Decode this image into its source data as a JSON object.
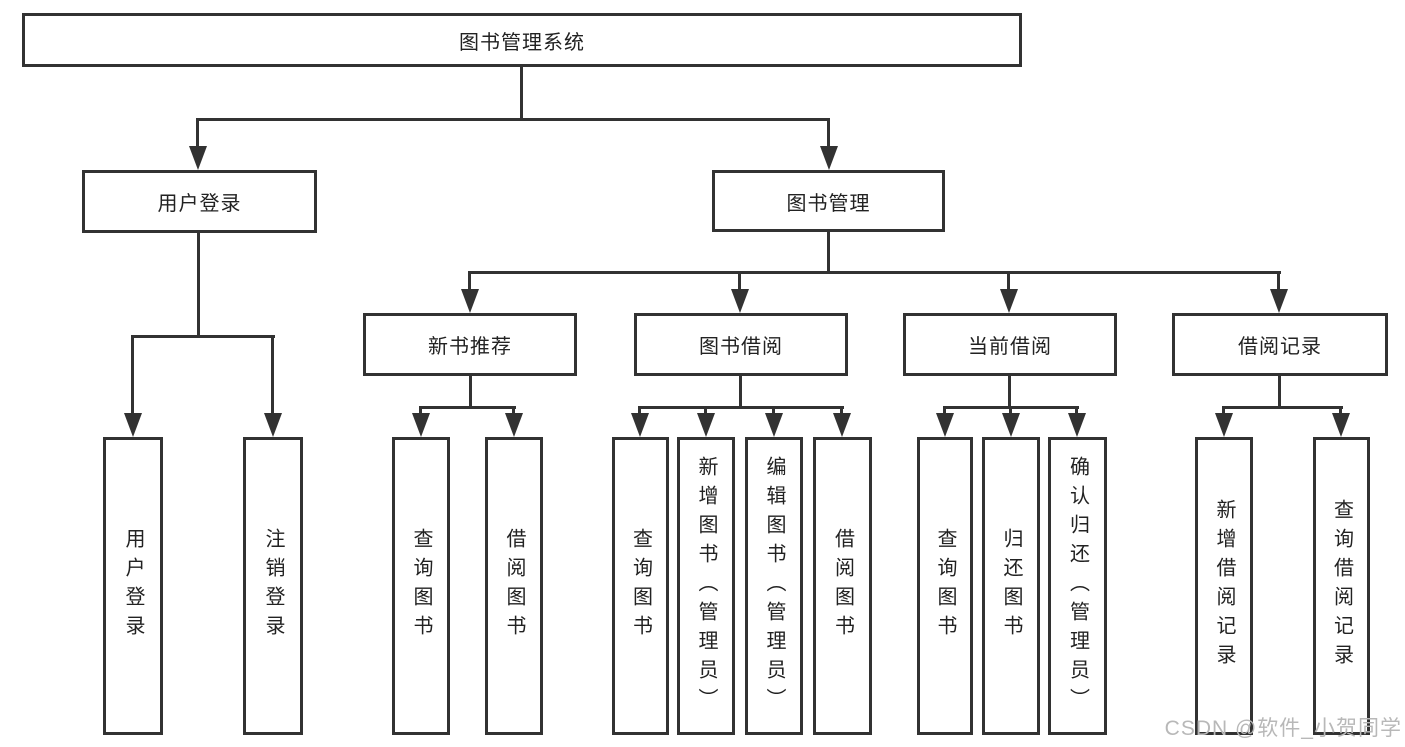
{
  "colors": {
    "line": "#323232",
    "border": "#323232",
    "background": "#ffffff",
    "text": "#222222",
    "watermark": "#b8b8b8"
  },
  "watermark": {
    "text": "CSDN @软件_小贺同学"
  },
  "tree": {
    "label": "图书管理系统",
    "children": [
      {
        "label": "用户登录",
        "children": [
          {
            "label": "用户登录"
          },
          {
            "label": "注销登录"
          }
        ]
      },
      {
        "label": "图书管理",
        "children": [
          {
            "label": "新书推荐",
            "children": [
              {
                "label": "查询图书"
              },
              {
                "label": "借阅图书"
              }
            ]
          },
          {
            "label": "图书借阅",
            "children": [
              {
                "label": "查询图书"
              },
              {
                "label": "新增图书（管理员）"
              },
              {
                "label": "编辑图书（管理员）"
              },
              {
                "label": "借阅图书"
              }
            ]
          },
          {
            "label": "当前借阅",
            "children": [
              {
                "label": "查询图书"
              },
              {
                "label": "归还图书"
              },
              {
                "label": "确认归还（管理员）"
              }
            ]
          },
          {
            "label": "借阅记录",
            "children": [
              {
                "label": "新增借阅记录"
              },
              {
                "label": "查询借阅记录"
              }
            ]
          }
        ]
      }
    ]
  }
}
